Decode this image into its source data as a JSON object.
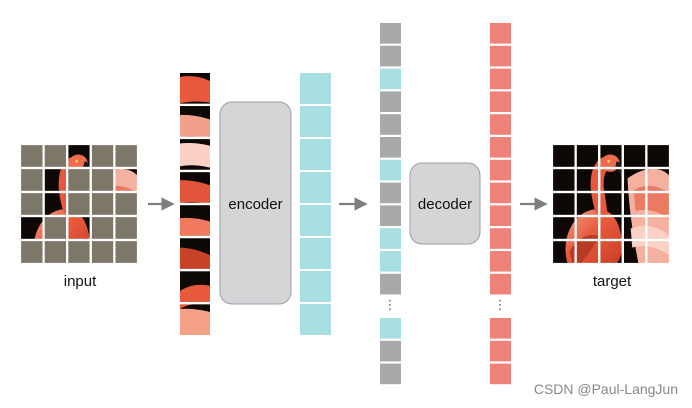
{
  "labels": {
    "input": "input",
    "encoder": "encoder",
    "decoder": "decoder",
    "target": "target",
    "watermark": "CSDN @Paul-LangJun",
    "ellipsis": "⋮"
  },
  "colors": {
    "mask_gray": "#7d776a",
    "encoder_box": "#d3d5d7",
    "decoder_box": "#d3d5d7",
    "latent_cyan": "#a8dfe2",
    "latent_gray": "#a7a9ab",
    "target_red": "#ee8178",
    "arrow": "#7f7f7f",
    "text": "#111111",
    "watermark": "#888888",
    "image_bg": "#0d0806",
    "flamingo": "#e7553a",
    "flamingo_light": "#f7a08a"
  },
  "input_grid": {
    "rows": 5,
    "cols": 5,
    "visible": [
      [
        0,
        2
      ],
      [
        1,
        1
      ],
      [
        1,
        4
      ],
      [
        2,
        1
      ],
      [
        3,
        0
      ],
      [
        3,
        2
      ]
    ]
  },
  "patch_column": {
    "count": 8
  },
  "encoder_tokens": {
    "count": 8
  },
  "decoder_input": {
    "top_sequence": [
      "gray",
      "gray",
      "cyan",
      "gray",
      "gray",
      "gray",
      "cyan",
      "gray",
      "gray",
      "cyan",
      "cyan",
      "gray"
    ],
    "bottom_sequence": [
      "cyan",
      "gray",
      "gray"
    ]
  },
  "decoder_output": {
    "top_count": 12,
    "bottom_count": 3
  }
}
